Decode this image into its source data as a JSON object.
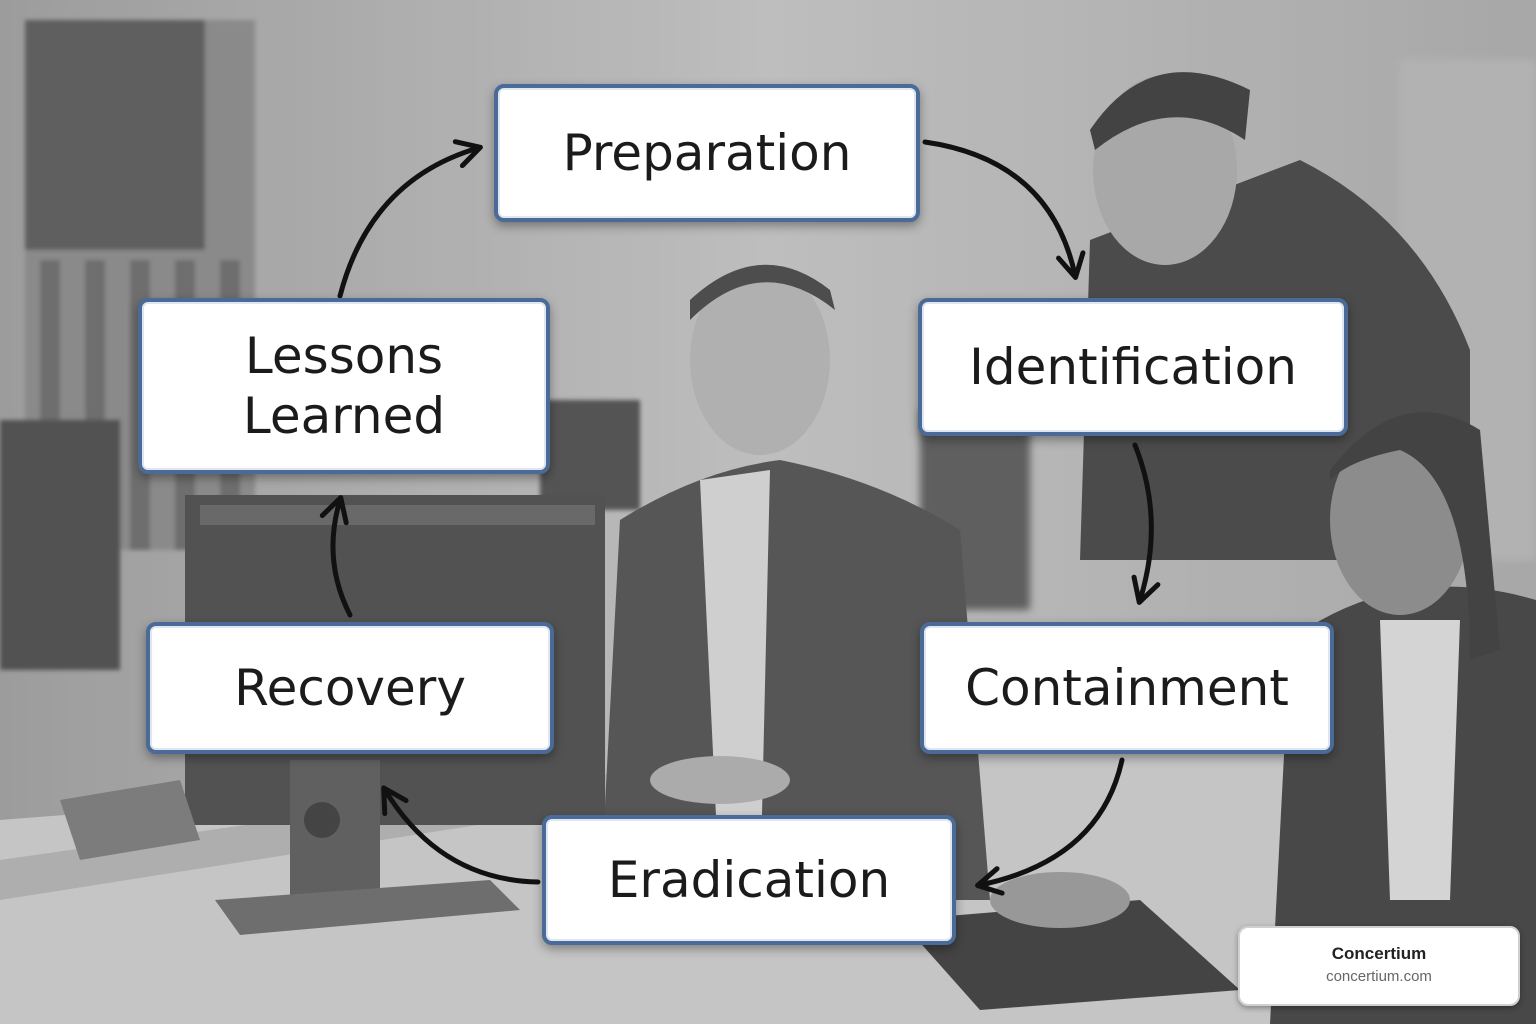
{
  "diagram": {
    "stages": [
      {
        "id": "preparation",
        "label": "Preparation"
      },
      {
        "id": "identification",
        "label": "Identification"
      },
      {
        "id": "containment",
        "label": "Containment"
      },
      {
        "id": "eradication",
        "label": "Eradication"
      },
      {
        "id": "recovery",
        "label": "Recovery"
      },
      {
        "id": "lessons-learned",
        "label": "Lessons\nLearned"
      }
    ],
    "box_border_color": "#4a6b97",
    "arrow_color": "#111111"
  },
  "brand": {
    "name": "Concertium",
    "url": "concertium.com"
  }
}
